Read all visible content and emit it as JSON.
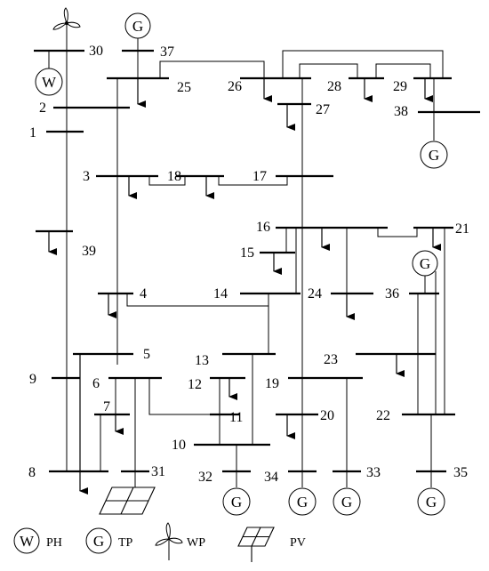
{
  "buses": {
    "b1": "1",
    "b2": "2",
    "b3": "3",
    "b4": "4",
    "b5": "5",
    "b6": "6",
    "b7": "7",
    "b8": "8",
    "b9": "9",
    "b10": "10",
    "b11": "11",
    "b12": "12",
    "b13": "13",
    "b14": "14",
    "b15": "15",
    "b16": "16",
    "b17": "17",
    "b18": "18",
    "b19": "19",
    "b20": "20",
    "b21": "21",
    "b22": "22",
    "b23": "23",
    "b24": "24",
    "b25": "25",
    "b26": "26",
    "b27": "27",
    "b28": "28",
    "b29": "29",
    "b30": "30",
    "b31": "31",
    "b32": "32",
    "b33": "33",
    "b34": "34",
    "b35": "35",
    "b36": "36",
    "b37": "37",
    "b38": "38",
    "b39": "39"
  },
  "symbols": {
    "generator": "G",
    "hydro": "W"
  },
  "legend": {
    "ph_symbol": "W",
    "ph": "PH",
    "tp_symbol": "G",
    "tp": "TP",
    "wp": "WP",
    "pv": "PV"
  }
}
